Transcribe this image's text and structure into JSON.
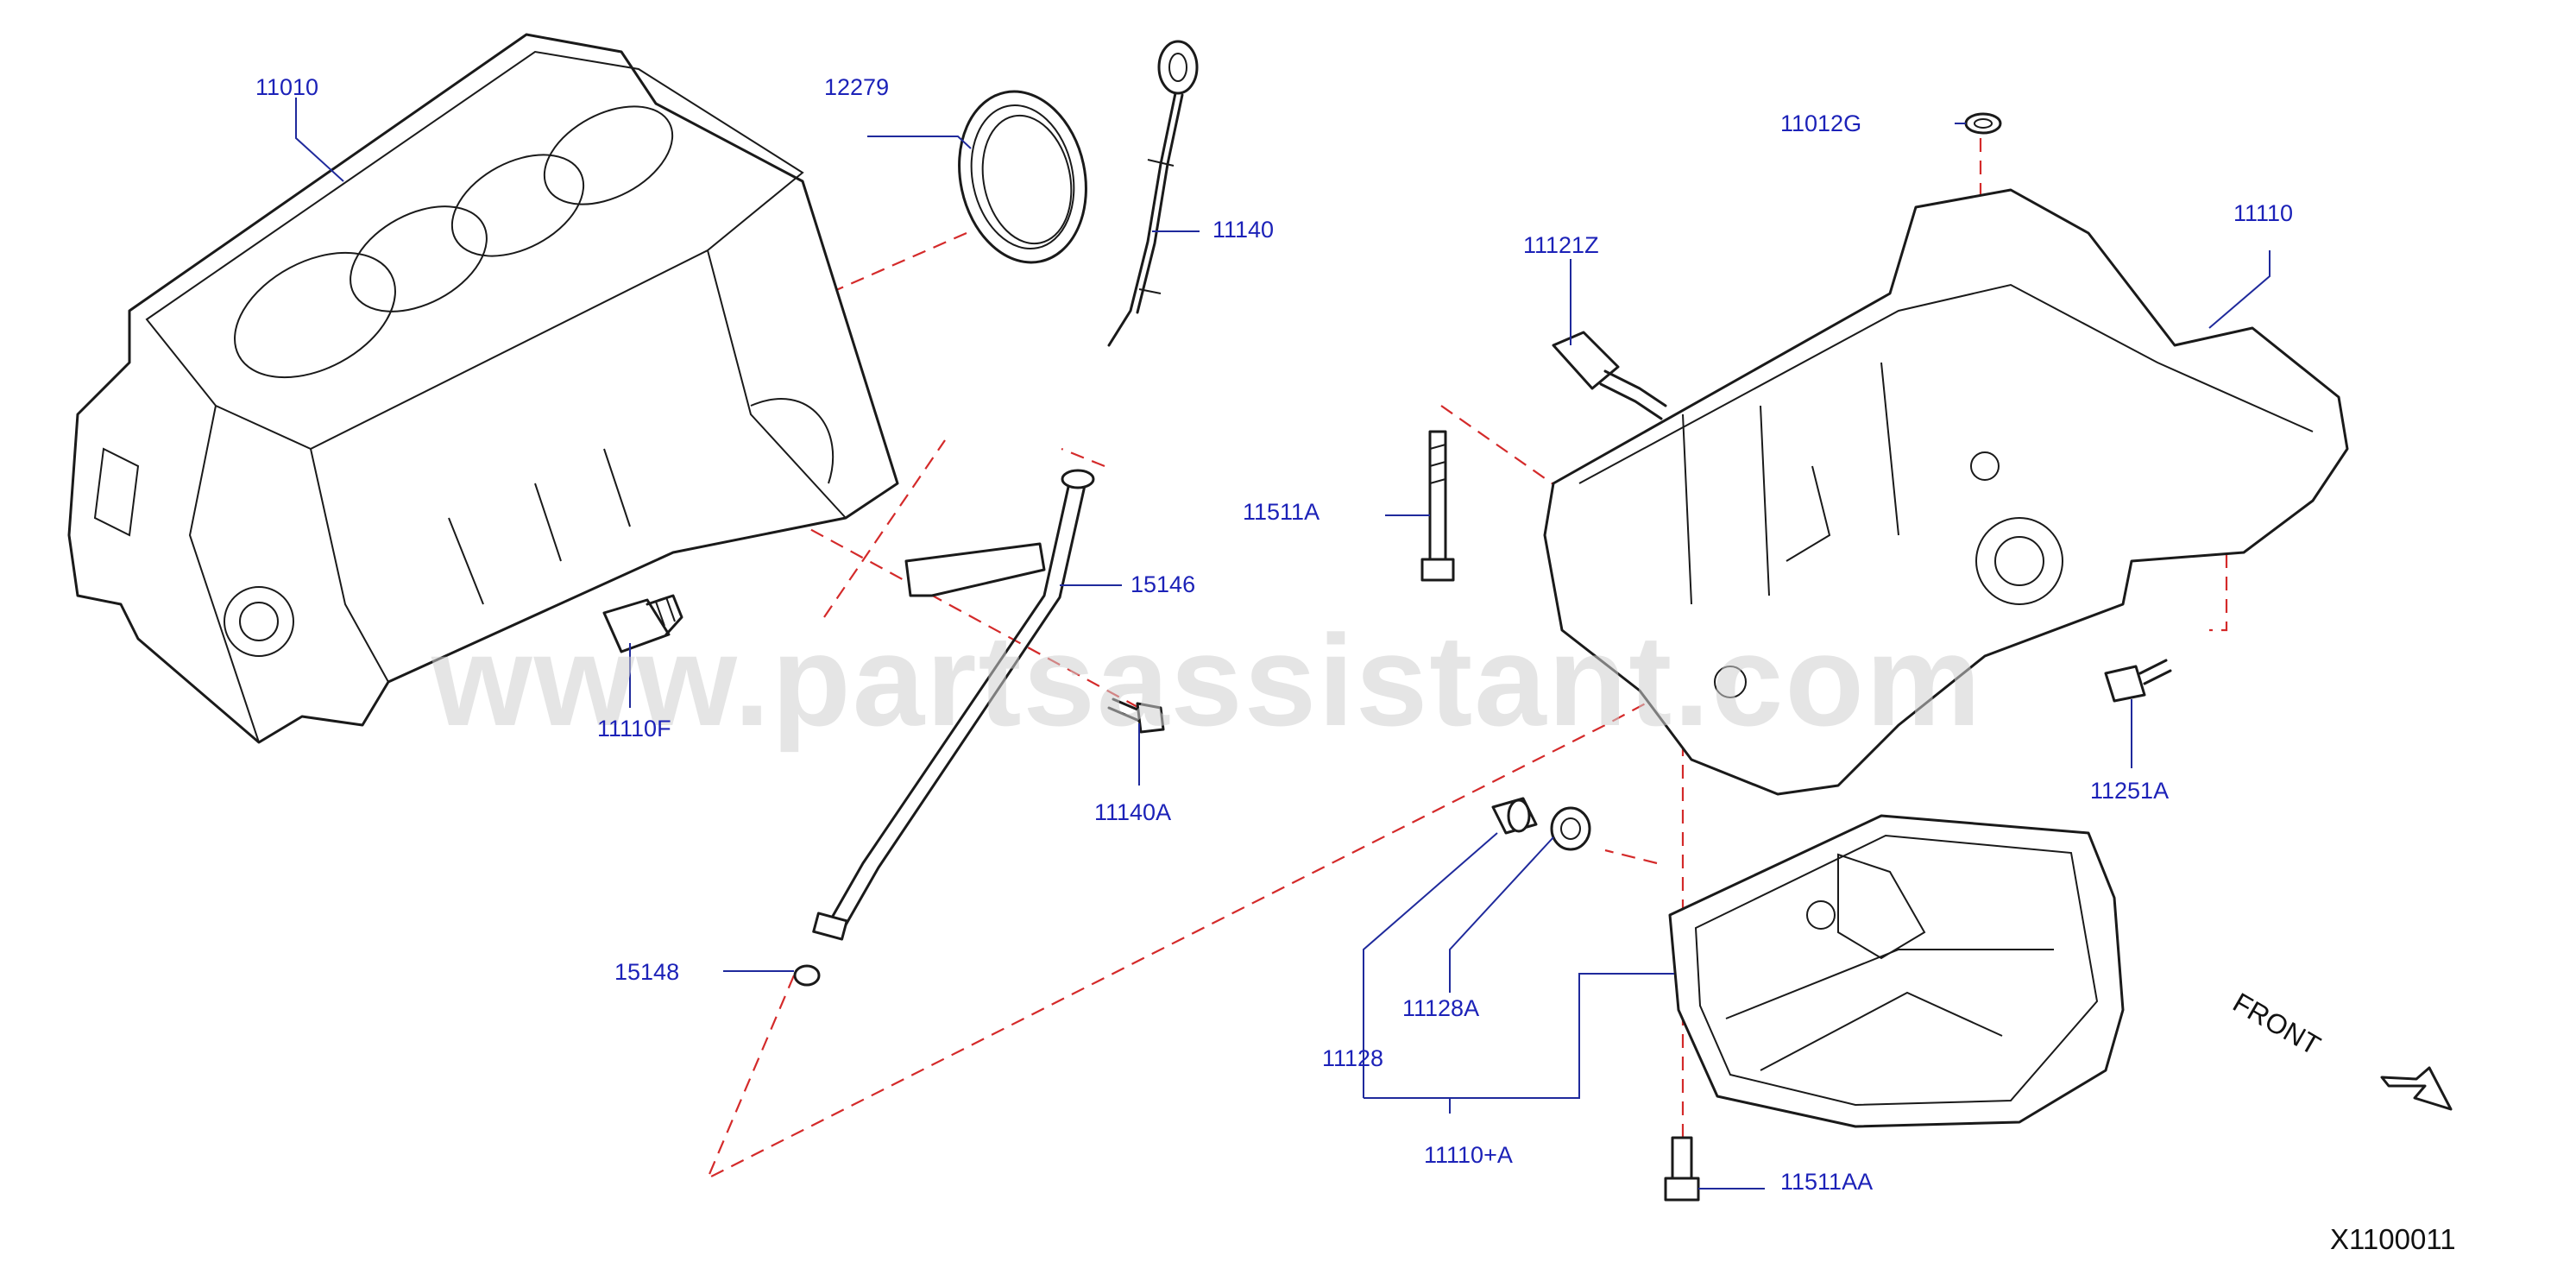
{
  "watermark": "www.partsassistant.com",
  "diagram_code": "X1100011",
  "front_label": "FRONT",
  "labels": {
    "p11010": "11010",
    "p12279": "12279",
    "p11140": "11140",
    "p15146": "15146",
    "p11110F": "11110F",
    "p11140A": "11140A",
    "p15148": "15148",
    "p11012G": "11012G",
    "p11121Z": "11121Z",
    "p11110": "11110",
    "p11511A": "11511A",
    "p11251A": "11251A",
    "p11128A": "11128A",
    "p11128": "11128",
    "p11110A_kit": "11110+A",
    "p11511AA": "11511AA"
  },
  "colors": {
    "label": "#1c22b8",
    "leader": "#1f2a9c",
    "dashed_line": "#d42a2a",
    "part_outline": "#1a1a1a",
    "watermark": "#d0d0d0"
  }
}
